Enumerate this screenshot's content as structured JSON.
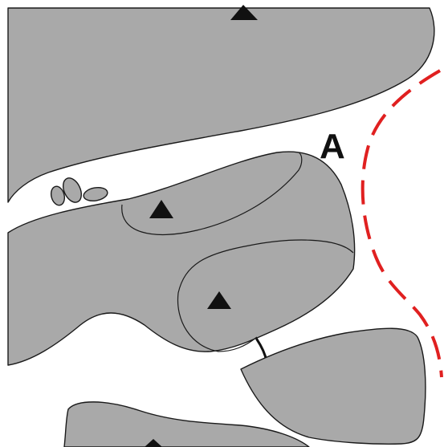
{
  "labels": {
    "region_label": "A"
  },
  "colors": {
    "shape_fill": "#a9a9a9",
    "outline": "#1a1a1a",
    "marker": "#111111",
    "boundary": "#e02020",
    "background": "#ffffff"
  },
  "marker_shape": "filled-triangle",
  "boundary_style": "red-dashed-curve"
}
